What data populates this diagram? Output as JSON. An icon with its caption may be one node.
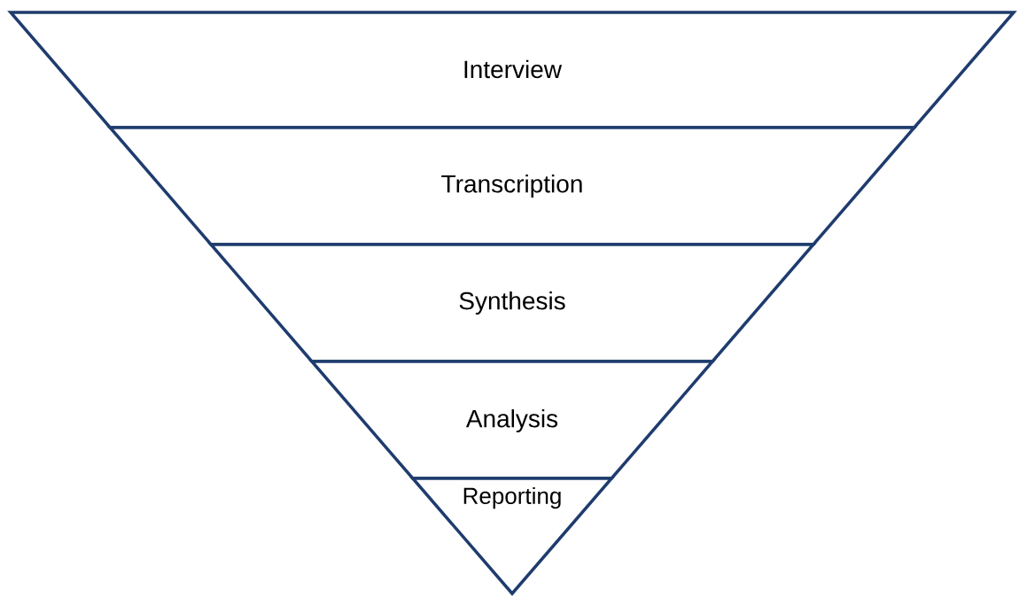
{
  "diagram": {
    "nodes": [
      {
        "text": [
          "Interview"
        ]
      },
      {
        "text": [
          "Transcription"
        ]
      },
      {
        "text": [
          "Synthesis"
        ]
      },
      {
        "text": [
          "Analysis"
        ]
      },
      {
        "text": [
          "Reporting"
        ]
      }
    ]
  }
}
